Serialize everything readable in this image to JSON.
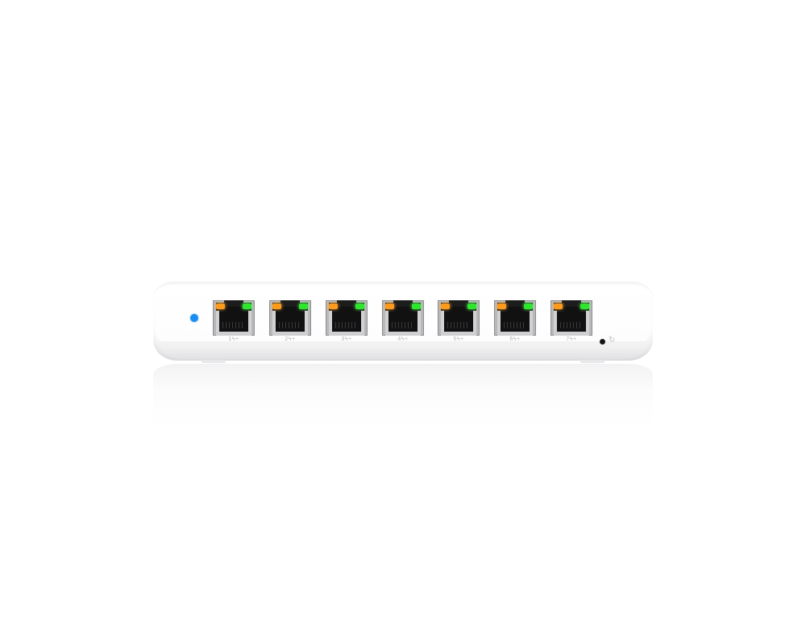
{
  "product": {
    "type": "network-switch",
    "body_color": "#ffffff",
    "status_led_color": "#1a8cf2",
    "port_led_colors": {
      "left": "#ff9a1a",
      "right": "#2ee62e"
    }
  },
  "ports": [
    {
      "label": "1ϟ+",
      "left_led": "amber",
      "right_led": "green"
    },
    {
      "label": "2ϟ+",
      "left_led": "amber",
      "right_led": "green"
    },
    {
      "label": "3ϟ+",
      "left_led": "amber",
      "right_led": "green"
    },
    {
      "label": "4ϟ+",
      "left_led": "amber",
      "right_led": "green"
    },
    {
      "label": "5ϟ+",
      "left_led": "amber",
      "right_led": "green"
    },
    {
      "label": "6ϟ+",
      "left_led": "amber",
      "right_led": "green"
    },
    {
      "label": "7ϟ+",
      "left_led": "amber",
      "right_led": "green"
    }
  ],
  "reset": {
    "icon": "reset-icon",
    "glyph": "↻"
  }
}
